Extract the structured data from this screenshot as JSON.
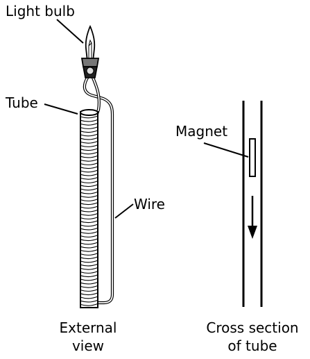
{
  "labels": {
    "light_bulb": "Light bulb",
    "tube": "Tube",
    "wire": "Wire",
    "magnet": "Magnet"
  },
  "captions": {
    "external_line1": "External",
    "external_line2": "view",
    "cross_line1": "Cross section",
    "cross_line2": "of tube"
  }
}
